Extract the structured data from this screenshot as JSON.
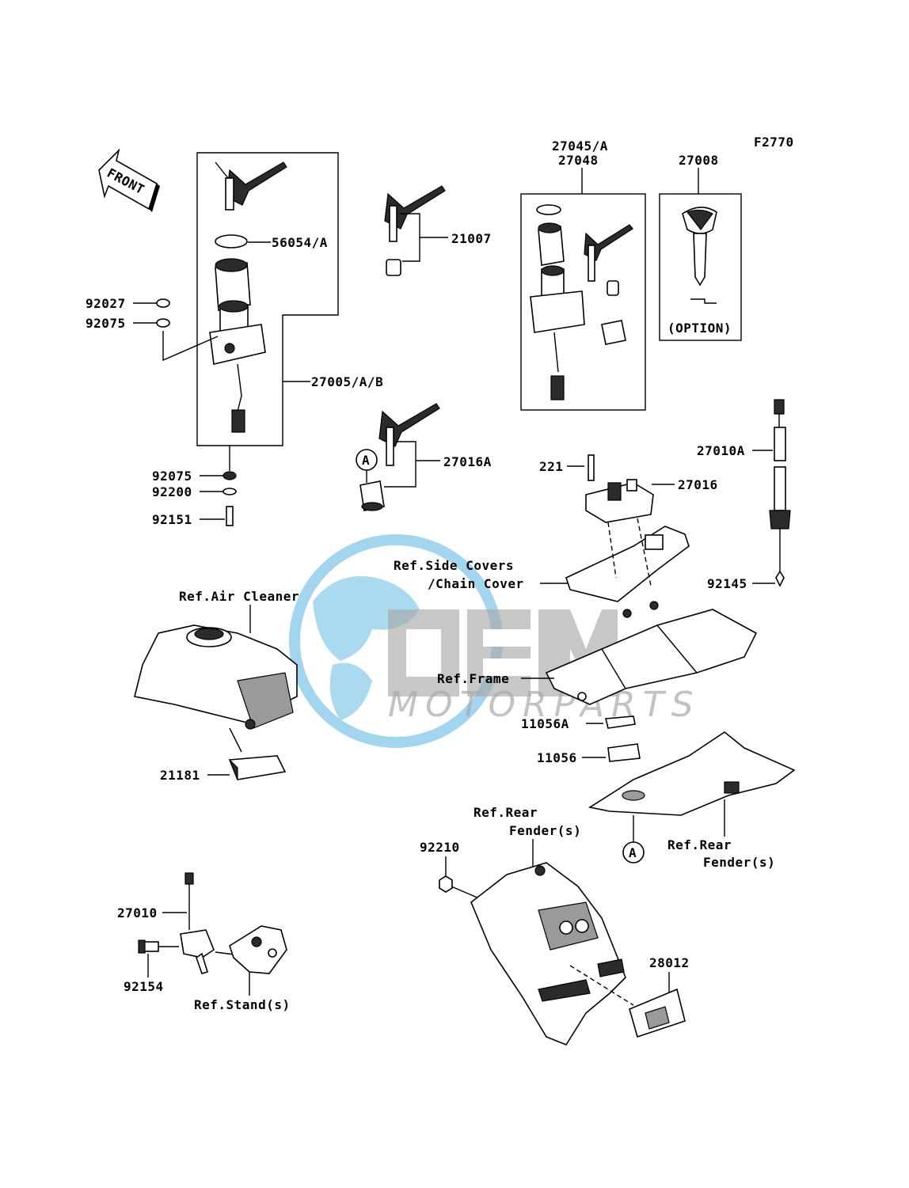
{
  "diagram_code": "F2770",
  "front_label": "FRONT",
  "watermark": {
    "logo": "OEM",
    "text": "MOTORPARTS",
    "blue": "#3aa6dc",
    "grey": "#9a9a9a"
  },
  "callout_letter": "A",
  "option_label": "(OPTION)",
  "labels": {
    "p27045": "27045/A",
    "p27048": "27048",
    "p27008": "27008",
    "p56054": "56054/A",
    "p21007": "21007",
    "p92027": "92027",
    "p92075a": "92075",
    "p27005": "27005/A/B",
    "p27016A": "27016A",
    "p221": "221",
    "p27016": "27016",
    "p27010A": "27010A",
    "p92075b": "92075",
    "p92200": "92200",
    "p92151": "92151",
    "ref_side_1": "Ref.Side Covers",
    "ref_side_2": "/Chain Cover",
    "p92145": "92145",
    "ref_air": "Ref.Air Cleaner",
    "ref_frame": "Ref.Frame",
    "p11056A": "11056A",
    "p11056": "11056",
    "p21181": "21181",
    "ref_rear_1a": "Ref.Rear",
    "ref_rear_1b": "Fender(s)",
    "p92210": "92210",
    "ref_rear_2a": "Ref.Rear",
    "ref_rear_2b": "Fender(s)",
    "p27010": "27010",
    "p28012": "28012",
    "p92154": "92154",
    "ref_stand": "Ref.Stand(s)"
  }
}
